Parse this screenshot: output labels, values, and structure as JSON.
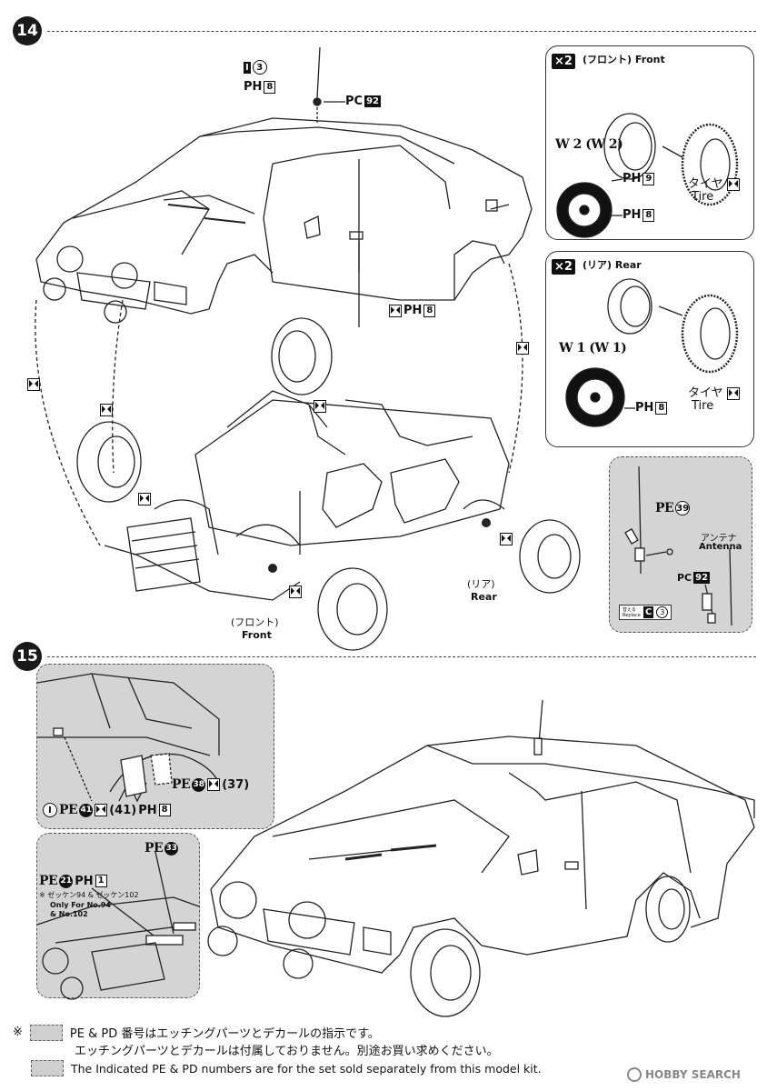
{
  "steps": [
    {
      "number": "14"
    },
    {
      "number": "15"
    }
  ],
  "step14": {
    "antenna_part": {
      "letter": "I",
      "num": "3",
      "ph": "PH",
      "ph_num": "8"
    },
    "antenna_pc": {
      "pc": "PC",
      "num": "92"
    },
    "door_part": {
      "ph": "PH",
      "num": "8"
    },
    "front_box": {
      "mult": "×2",
      "title": "(フロント) Front",
      "parts_line": "W 2  (W 2)",
      "ph_upper": {
        "ph": "PH",
        "num": "9"
      },
      "ph_lower": {
        "ph": "PH",
        "num": "8"
      },
      "tire_jp": "タイヤ",
      "tire_en": "Tire"
    },
    "rear_box": {
      "mult": "×2",
      "title": "(リア) Rear",
      "parts_line": "W 1  (W 1)",
      "ph_lower": {
        "ph": "PH",
        "num": "8"
      },
      "tire_jp": "タイヤ",
      "tire_en": "Tire"
    },
    "antenna_box": {
      "pe_label": "PE",
      "pe_num": "39",
      "antenna_jp": "アンテナ",
      "antenna_en": "Antenna",
      "pc_label": "PC",
      "pc_num": "92",
      "replace_small": "替える Replace",
      "replace_letter": "C",
      "replace_num": "3"
    },
    "rear_label": {
      "jp": "(リア)",
      "en": "Rear"
    },
    "front_label": {
      "jp": "(フロント)",
      "en": "Front"
    }
  },
  "step15": {
    "detail1": {
      "pe38": {
        "pe": "PE",
        "num": "38",
        "paren": "(37)"
      },
      "row": {
        "circle": "I",
        "pe": "PE",
        "num": "41",
        "paren": "(41)",
        "ph": "PH",
        "ph_num": "8"
      }
    },
    "detail2": {
      "pe33": {
        "pe": "PE",
        "num": "33"
      },
      "pe21": {
        "pe": "PE",
        "num": "21",
        "ph": "PH",
        "ph_num": "1"
      },
      "note_jp": "※ ゼッケン94 & ゼッケン102",
      "note_en1": "Only For No.94",
      "note_en2": "& No.102"
    }
  },
  "footer": {
    "asterisk": "※",
    "line1": "PE & PD 番号はエッチングパーツとデカールの指示です。",
    "line2": "エッチングパーツとデカールは付属しておりません。別途お買い求めください。",
    "line3": "The Indicated PE & PD numbers are for the set sold separately from this model kit.",
    "watermark": "HOBBY SEARCH"
  }
}
